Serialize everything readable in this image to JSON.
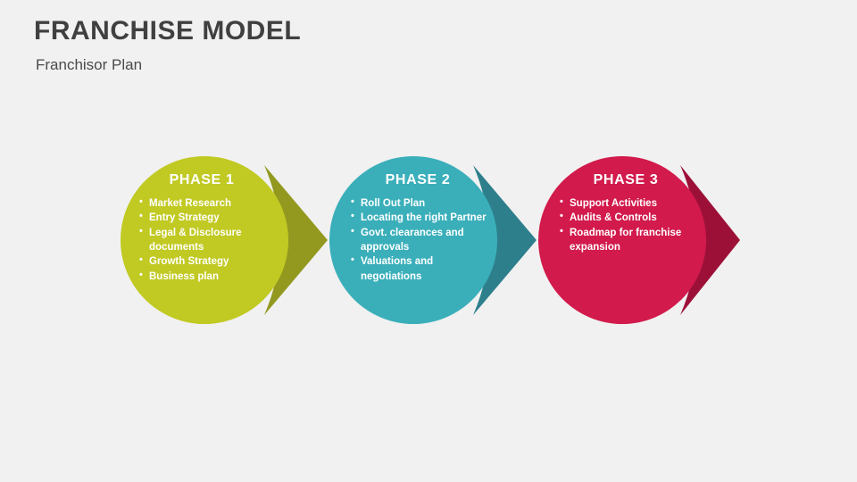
{
  "header": {
    "title": "FRANCHISE MODEL",
    "subtitle": "Franchisor Plan"
  },
  "colors": {
    "background": "#f1f1f1",
    "title_text": "#404040",
    "subtitle_text": "#4a4a4a",
    "phase1_fill": "#c1c923",
    "phase1_arrow": "#93991f",
    "phase2_fill": "#3aafba",
    "phase2_arrow": "#2e7f8c",
    "phase3_fill": "#d21a4c",
    "phase3_arrow": "#9c1038",
    "label_text": "#ffffff"
  },
  "chart_data": {
    "type": "diagram",
    "title": "FRANCHISE MODEL",
    "subtitle": "Franchisor Plan",
    "layout": "horizontal chevron / circle-arrow process flow, 3 stages left to right",
    "stages": [
      {
        "label": "PHASE 1",
        "color": "#c1c923",
        "arrow_color": "#93991f",
        "items": [
          "Market Research",
          "Entry Strategy",
          "Legal & Disclosure documents",
          "Growth Strategy",
          "Business plan"
        ]
      },
      {
        "label": "PHASE 2",
        "color": "#3aafba",
        "arrow_color": "#2e7f8c",
        "items": [
          "Roll Out Plan",
          "Locating the right Partner",
          "Govt. clearances and approvals",
          "Valuations and negotiations"
        ]
      },
      {
        "label": "PHASE 3",
        "color": "#d21a4c",
        "arrow_color": "#9c1038",
        "items": [
          "Support Activities",
          "Audits & Controls",
          "Roadmap for franchise expansion"
        ]
      }
    ]
  },
  "phases": [
    {
      "label": "PHASE 1",
      "items": [
        "Market Research",
        "Entry Strategy",
        "Legal & Disclosure documents",
        "Growth Strategy",
        "Business plan"
      ]
    },
    {
      "label": "PHASE 2",
      "items": [
        "Roll Out Plan",
        "Locating the right Partner",
        "Govt. clearances and approvals",
        "Valuations and negotiations"
      ]
    },
    {
      "label": "PHASE 3",
      "items": [
        "Support Activities",
        "Audits & Controls",
        "Roadmap for franchise expansion"
      ]
    }
  ]
}
